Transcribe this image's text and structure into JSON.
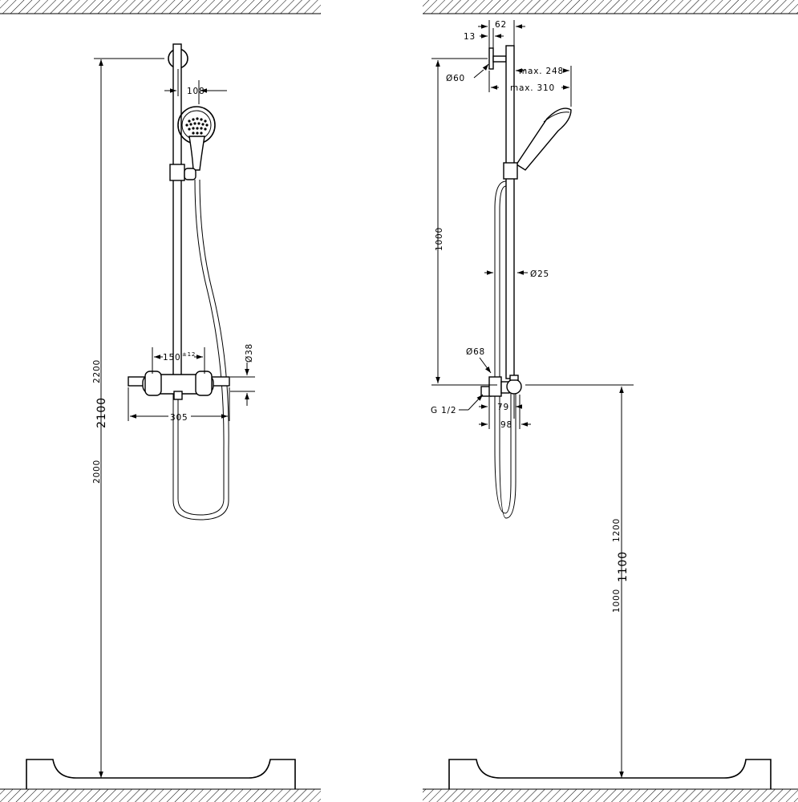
{
  "left_view": {
    "dims": {
      "d108": "108",
      "d150": "150",
      "d150_tol": "±12",
      "d38": "Ø38",
      "d305": "305",
      "h2200": "2200",
      "h2100": "2100",
      "h2000": "2000"
    }
  },
  "right_view": {
    "dims": {
      "d62": "62",
      "d13": "13",
      "d60": "Ø60",
      "max248": "max. 248",
      "max310": "max. 310",
      "h1000_upper": "1000",
      "d25": "Ø25",
      "d68": "Ø68",
      "g12": "G 1/2",
      "d79": "79",
      "d98": "98",
      "h1200": "1200",
      "h1100": "1100",
      "h1000_lower": "1000"
    }
  }
}
